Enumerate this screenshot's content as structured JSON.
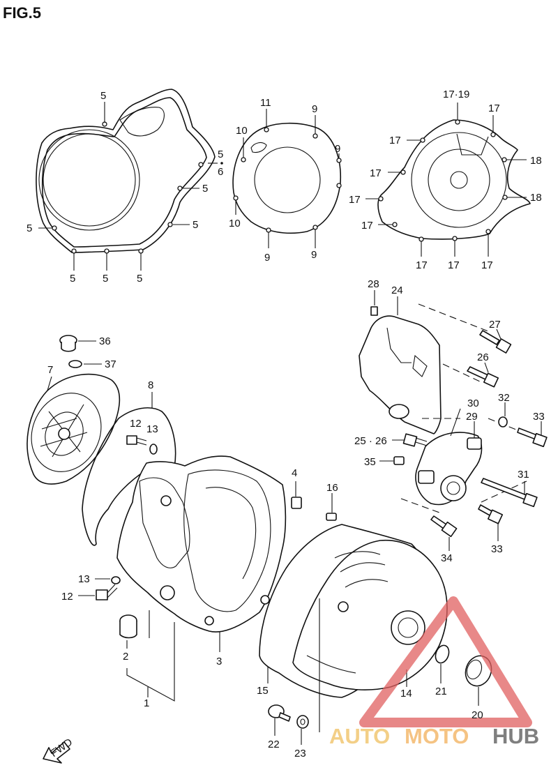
{
  "figure_title": "FIG.5",
  "fwd_label": "FWD",
  "watermark": {
    "part1": "AUTO",
    "part2": "MOTO",
    "part3": "HUB",
    "colors": {
      "auto": "#f0c060",
      "moto": "#f2b05a",
      "hub": "#555555",
      "triangle": "#e06060"
    }
  },
  "callouts": {
    "c1": "1",
    "c2": "2",
    "c3": "3",
    "c4": "4",
    "c5": "5",
    "c6": "6",
    "c7": "7",
    "c8": "8",
    "c9": "9",
    "c10": "10",
    "c11": "11",
    "c12": "12",
    "c13": "13",
    "c14": "14",
    "c15": "15",
    "c16": "16",
    "c17": "17",
    "c17_19": "17·19",
    "c18": "18",
    "c20": "20",
    "c21": "21",
    "c22": "22",
    "c23": "23",
    "c24": "24",
    "c25_26": "25 · 26",
    "c26": "26",
    "c27": "27",
    "c28": "28",
    "c29": "29",
    "c30": "30",
    "c31": "31",
    "c32": "32",
    "c33": "33",
    "c34": "34",
    "c35": "35",
    "c36": "36",
    "c37": "37"
  }
}
